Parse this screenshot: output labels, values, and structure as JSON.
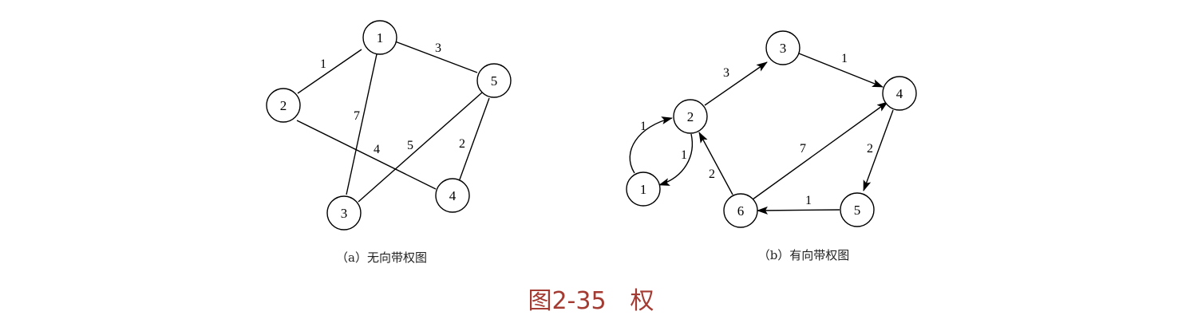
{
  "colors": {
    "caption": "#a33b32",
    "stroke": "#000000",
    "node_fill": "#ffffff"
  },
  "figure_caption": "图2-35　权",
  "graphs": [
    {
      "caption": "（a）无向带权图",
      "directed": false,
      "nodes": [
        {
          "id": "1",
          "label": "1"
        },
        {
          "id": "2",
          "label": "2"
        },
        {
          "id": "3",
          "label": "3"
        },
        {
          "id": "4",
          "label": "4"
        },
        {
          "id": "5",
          "label": "5"
        }
      ],
      "edges": [
        {
          "from": "1",
          "to": "2",
          "weight": "1"
        },
        {
          "from": "1",
          "to": "5",
          "weight": "3"
        },
        {
          "from": "1",
          "to": "3",
          "weight": "7"
        },
        {
          "from": "2",
          "to": "4",
          "weight": "4"
        },
        {
          "from": "5",
          "to": "3",
          "weight": "5"
        },
        {
          "from": "5",
          "to": "4",
          "weight": "2"
        }
      ]
    },
    {
      "caption": "（b）有向带权图",
      "directed": true,
      "nodes": [
        {
          "id": "1",
          "label": "1"
        },
        {
          "id": "2",
          "label": "2"
        },
        {
          "id": "3",
          "label": "3"
        },
        {
          "id": "4",
          "label": "4"
        },
        {
          "id": "5",
          "label": "5"
        },
        {
          "id": "6",
          "label": "6"
        }
      ],
      "edges": [
        {
          "from": "1",
          "to": "2",
          "weight": "1"
        },
        {
          "from": "2",
          "to": "1",
          "weight": "1"
        },
        {
          "from": "2",
          "to": "3",
          "weight": "3"
        },
        {
          "from": "3",
          "to": "4",
          "weight": "1"
        },
        {
          "from": "6",
          "to": "4",
          "weight": "7"
        },
        {
          "from": "6",
          "to": "2",
          "weight": "2"
        },
        {
          "from": "4",
          "to": "5",
          "weight": "2"
        },
        {
          "from": "5",
          "to": "6",
          "weight": "1"
        }
      ]
    }
  ]
}
